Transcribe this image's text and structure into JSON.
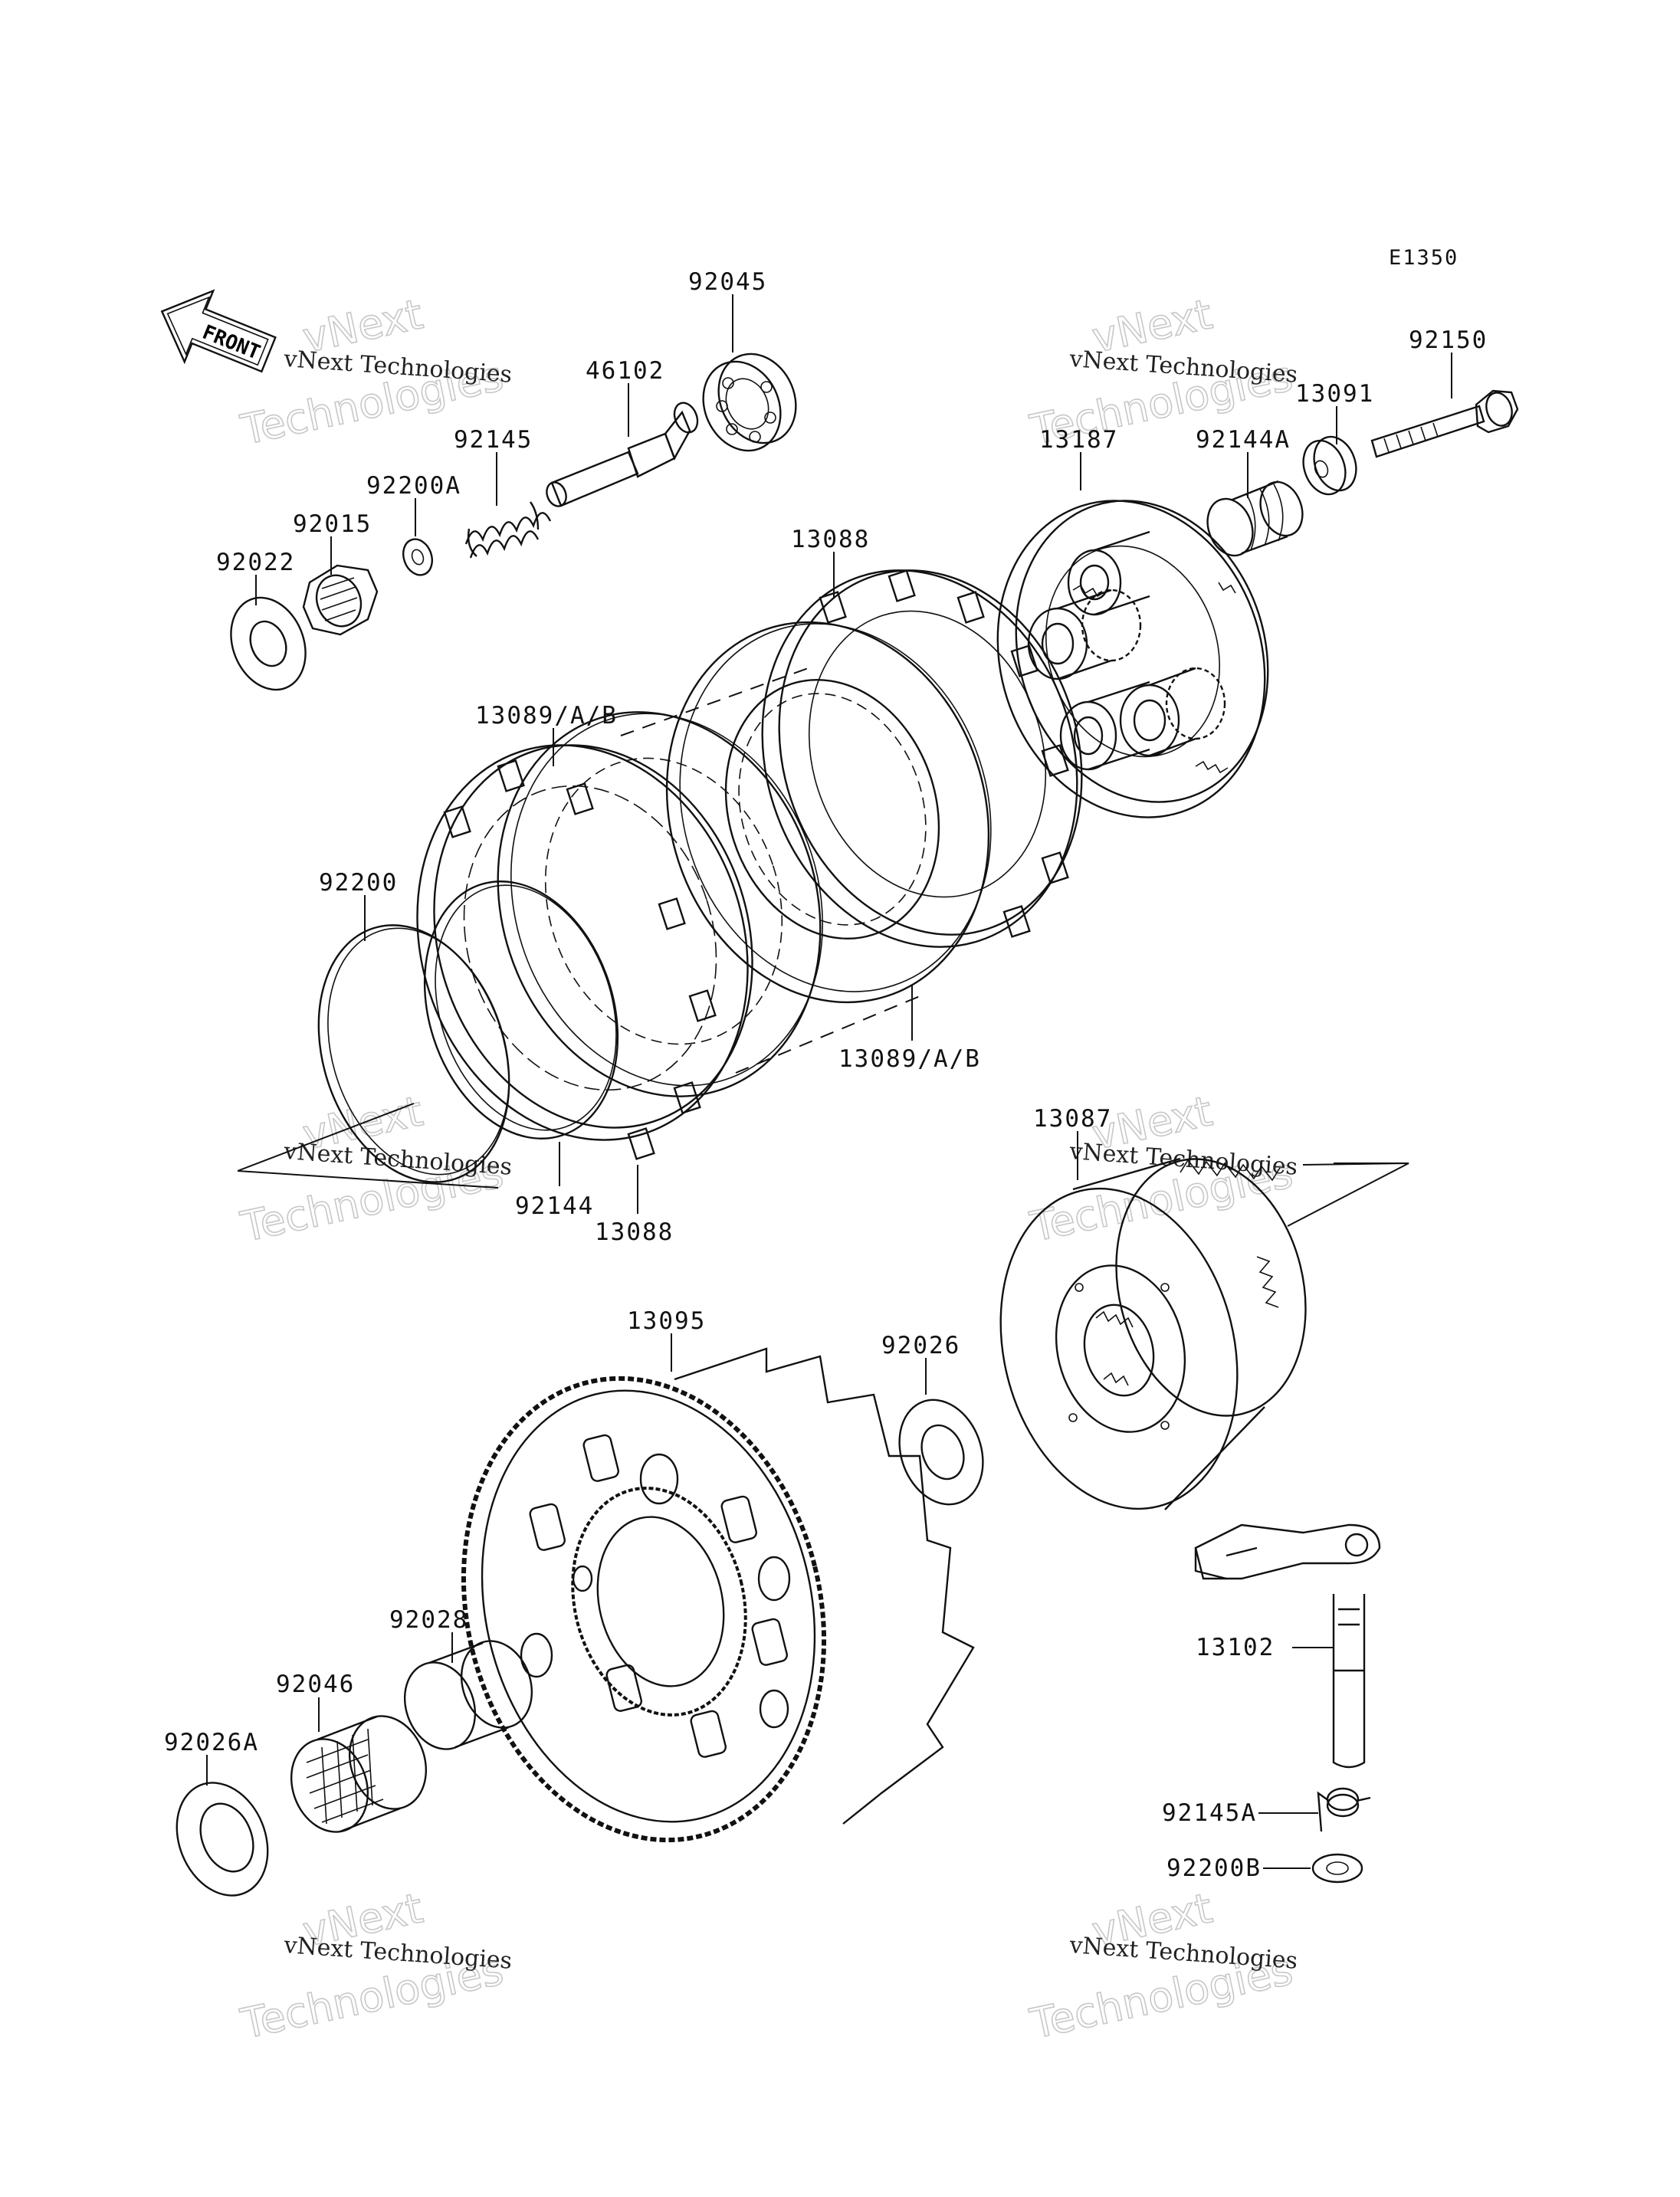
{
  "diagram_code": "E1350",
  "front_arrow_text": "FRONT",
  "watermark": {
    "line_small": "vNext Technologies",
    "line_large_1": "vNext",
    "line_large_2": "Technologies"
  },
  "parts": {
    "p92045": "92045",
    "p46102": "46102",
    "p92145": "92145",
    "p92200A": "92200A",
    "p92015": "92015",
    "p92022": "92022",
    "p92150": "92150",
    "p13091": "13091",
    "p13187": "13187",
    "p92144A": "92144A",
    "p13088_top": "13088",
    "p13089_top": "13089/A/B",
    "p92200": "92200",
    "p13089_bottom": "13089/A/B",
    "p92144": "92144",
    "p13088_bottom": "13088",
    "p13087": "13087",
    "p13095": "13095",
    "p92026": "92026",
    "p92028": "92028",
    "p92046": "92046",
    "p92026A": "92026A",
    "p13102": "13102",
    "p92145A": "92145A",
    "p92200B": "92200B"
  }
}
